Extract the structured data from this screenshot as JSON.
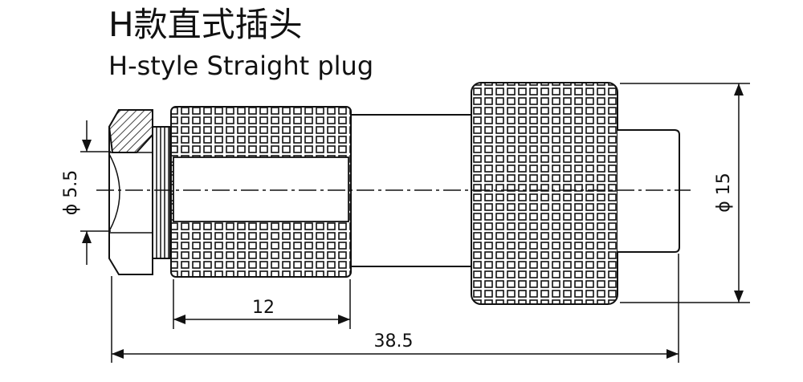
{
  "title": {
    "zh": "H款直式插头",
    "en": "H-style Straight plug"
  },
  "dimensions": {
    "inner_diameter": "ϕ 5.5",
    "knurl_length": "12",
    "total_length": "38.5",
    "outer_diameter": "ϕ 15"
  }
}
